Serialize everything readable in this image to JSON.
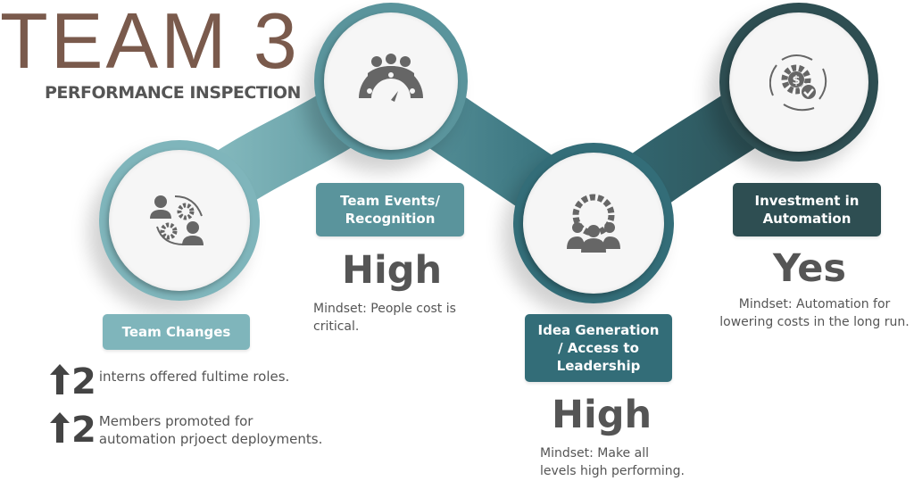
{
  "header": {
    "title": "TEAM 3",
    "subtitle": "PERFORMANCE INSPECTION"
  },
  "colors": {
    "step1": "#7fb5bb",
    "step2": "#5a949c",
    "step3": "#336d78",
    "step4": "#2e4e52",
    "title": "#7a5a4c",
    "text": "#555555"
  },
  "steps": [
    {
      "icon": "team-change-cycle-icon",
      "label": "Team Changes",
      "stats": [
        {
          "icon": "arrow-up-icon",
          "value": "2",
          "text": "interns offered fultime roles."
        },
        {
          "icon": "arrow-up-icon",
          "value": "2",
          "text_line1": "Members promoted for",
          "text_line2": "automation prjoect deployments."
        }
      ]
    },
    {
      "icon": "team-rating-gauge-icon",
      "label_line1": "Team Events/",
      "label_line2": "Recognition",
      "rating": "High",
      "mindset_line1": "Mindset: People cost is",
      "mindset_line2": "critical."
    },
    {
      "icon": "team-gear-icon",
      "label_line1": "Idea Generation",
      "label_line2": "/ Access to",
      "label_line3": "Leadership",
      "rating": "High",
      "mindset_line1": "Mindset: Make all",
      "mindset_line2": "levels high performing."
    },
    {
      "icon": "automation-cost-icon",
      "label_line1": "Investment in",
      "label_line2": "Automation",
      "rating": "Yes",
      "mindset_line1": "Mindset: Automation for",
      "mindset_line2": "lowering costs in the long run."
    }
  ]
}
